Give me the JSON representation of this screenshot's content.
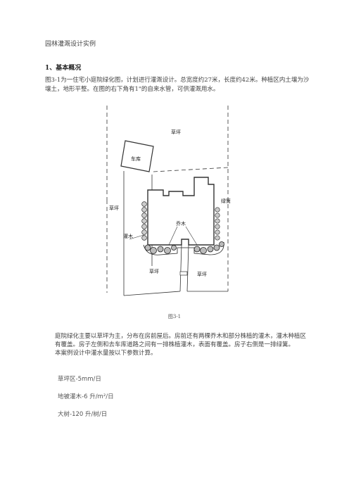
{
  "doc": {
    "title": "园林灌溉设计实例",
    "section1_heading": "1、基本概况",
    "intro": "图3-1为一住宅小庭院绿化图，计划进行灌溉设计。总宽度约27米，长度约42米。种植区内土壤为沙壤土，地形平整。在图的右下角有1\"的自来水管，可供灌溉用水。",
    "figure_caption": "图3-1",
    "description": "庭院绿化主要以草坪为主，分布在房前屋后。房前还有两棵乔木和部分株植的灌木，灌木种植区有覆盖。房子左侧和去车库道路之间有一排株植灌木，表面有覆盖。房子右侧是一排绿篱。",
    "param_intro": "本案例设计中灌水量按以下参数计算。",
    "params": [
      {
        "prefix": "草坪区",
        "value": "-5mm/日"
      },
      {
        "prefix": "地被灌木",
        "value": "-6 升/m²/日"
      },
      {
        "prefix": "大树",
        "value": "-120 升/树/日"
      }
    ]
  },
  "plan_labels": {
    "lawn_top": "草坪",
    "garage": "车库",
    "lawn_left": "草坪",
    "hedge": "绿篱",
    "trees": "乔木",
    "shrubs": "灌木",
    "lawn_bottom_left": "草坪",
    "lawn_bottom_right": "草坪"
  }
}
